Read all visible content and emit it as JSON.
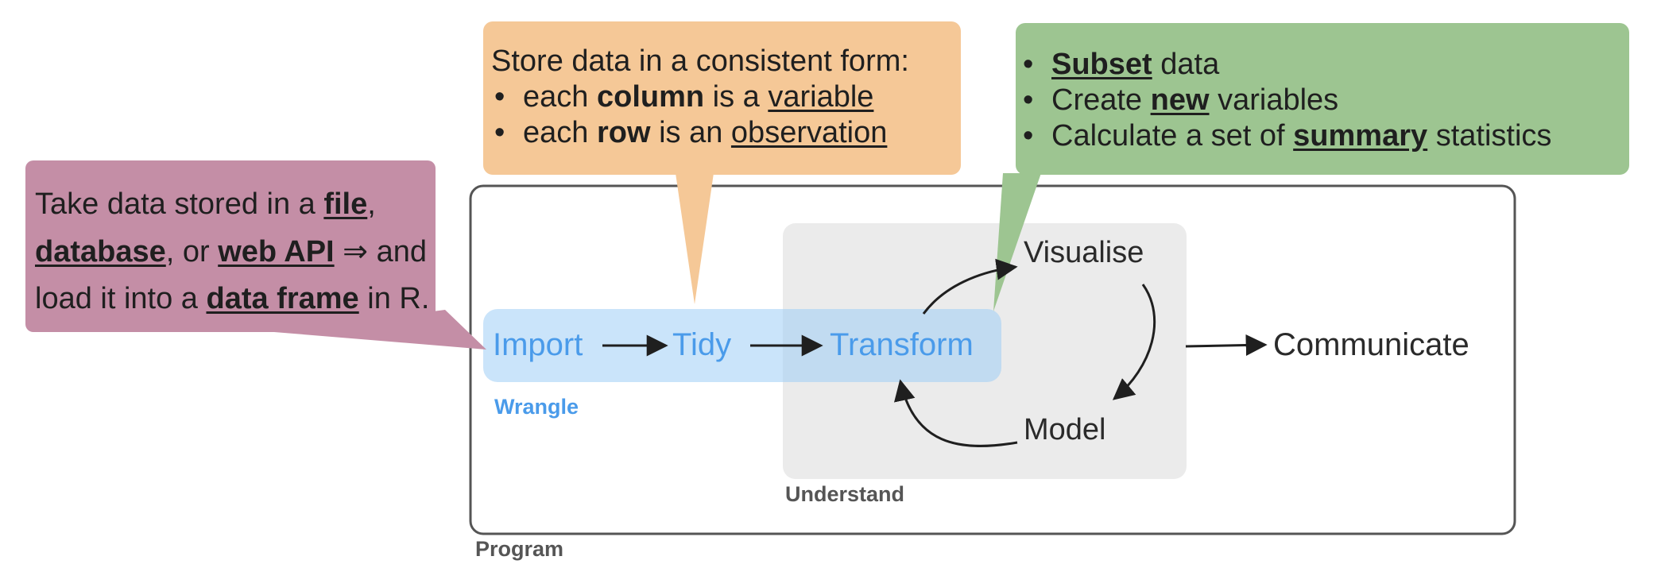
{
  "colors": {
    "wrangle_blue": "#4a9bea",
    "wrangle_bg": "#cbe5fb",
    "understand_bg": "#ebebeb",
    "frame": "#555555",
    "arrow": "#1f1f1f",
    "callout_pink": "#c48ea6",
    "callout_orange": "#f5c897",
    "callout_green": "#9dc591"
  },
  "diagram": {
    "nodes": {
      "import": "Import",
      "tidy": "Tidy",
      "transform": "Transform",
      "visualise": "Visualise",
      "model": "Model",
      "communicate": "Communicate"
    },
    "groups": {
      "wrangle": "Wrangle",
      "understand": "Understand",
      "program": "Program"
    }
  },
  "callouts": {
    "import": {
      "line1_pre": "Take data stored in a ",
      "line1_file": "file",
      "line1_comma": ",",
      "line2_database": "database",
      "line2_or": ", or ",
      "line2_webapi": "web API",
      "line2_post": " ⇒ and",
      "line3_pre": "load it into a ",
      "line3_dataframe": "data frame",
      "line3_post": " in R."
    },
    "tidy": {
      "heading": "Store data in a consistent form:",
      "b1_pre": "each ",
      "b1_bold": "column",
      "b1_mid": " is a ",
      "b1_link": "variable",
      "b2_pre": "each ",
      "b2_bold": "row",
      "b2_mid": " is an ",
      "b2_link": "observation"
    },
    "transform": {
      "b1_bold": "Subset",
      "b1_post": " data",
      "b2_pre": "Create ",
      "b2_bold": "new",
      "b2_post": " variables",
      "b3_pre": "Calculate a set of ",
      "b3_bold": "summary",
      "b3_post": " statistics"
    }
  }
}
